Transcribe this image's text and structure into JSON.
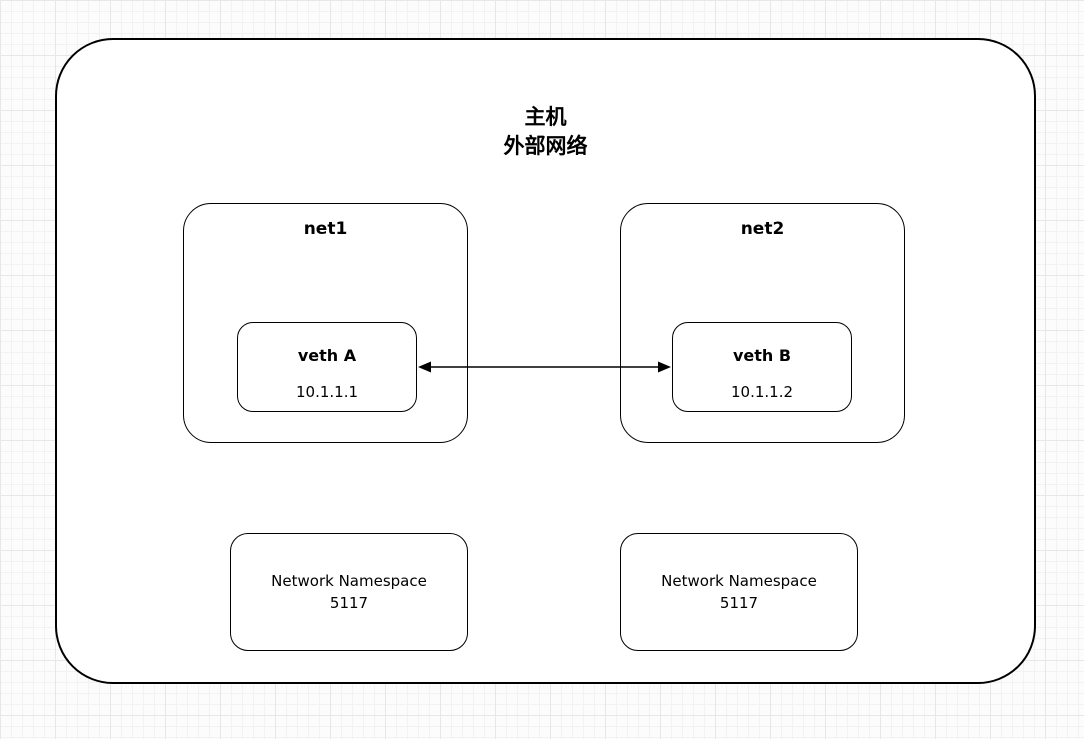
{
  "diagram": {
    "host": {
      "title_line1": "主机",
      "title_line2": "外部网络"
    },
    "net1": {
      "label": "net1",
      "veth": {
        "label": "veth A",
        "ip": "10.1.1.1"
      }
    },
    "net2": {
      "label": "net2",
      "veth": {
        "label": "veth B",
        "ip": "10.1.1.2"
      }
    },
    "namespaces": [
      {
        "line1": "Network Namespace",
        "line2": "5117"
      },
      {
        "line1": "Network Namespace",
        "line2": "5117"
      }
    ],
    "colors": {
      "stroke": "#000000",
      "fill": "#ffffff",
      "grid_major": "#e7e7e7",
      "grid_minor": "#f2f2f2"
    }
  }
}
